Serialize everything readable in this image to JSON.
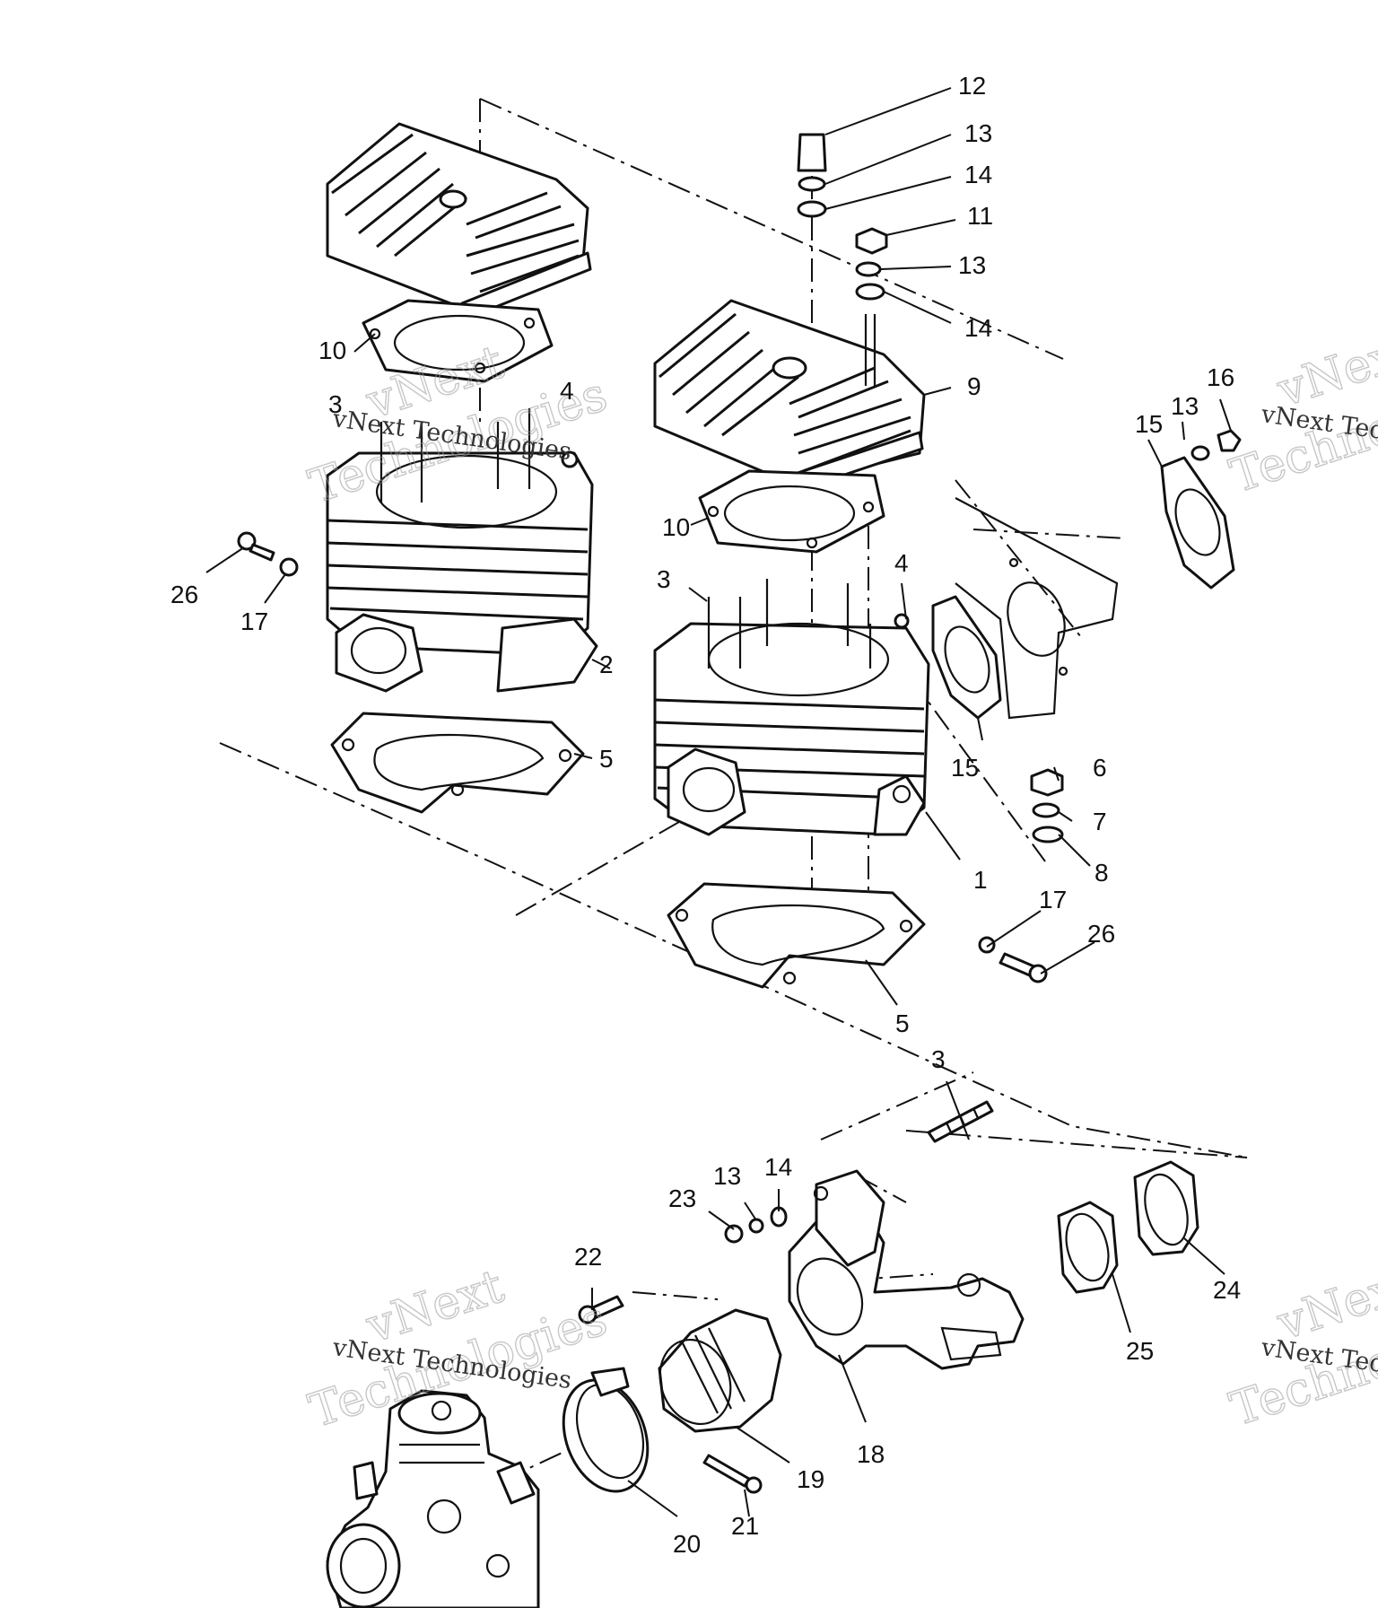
{
  "watermark": {
    "line1": "vNext",
    "line2": "Technologies",
    "caption": "vNext Technologies"
  },
  "callouts": {
    "c1": "1",
    "c2": "2",
    "c3a": "3",
    "c3b": "3",
    "c3c": "3",
    "c4a": "4",
    "c4b": "4",
    "c5a": "5",
    "c5b": "5",
    "c6": "6",
    "c7": "7",
    "c8": "8",
    "c9": "9",
    "c10a": "10",
    "c10b": "10",
    "c11": "11",
    "c12": "12",
    "c13a": "13",
    "c13b": "13",
    "c13c": "13",
    "c13d": "13",
    "c14a": "14",
    "c14b": "14",
    "c14c": "14",
    "c15a": "15",
    "c15b": "15",
    "c16": "16",
    "c17a": "17",
    "c17b": "17",
    "c18": "18",
    "c19": "19",
    "c20": "20",
    "c21": "21",
    "c22": "22",
    "c23": "23",
    "c24": "24",
    "c25": "25",
    "c26a": "26",
    "c26b": "26"
  }
}
